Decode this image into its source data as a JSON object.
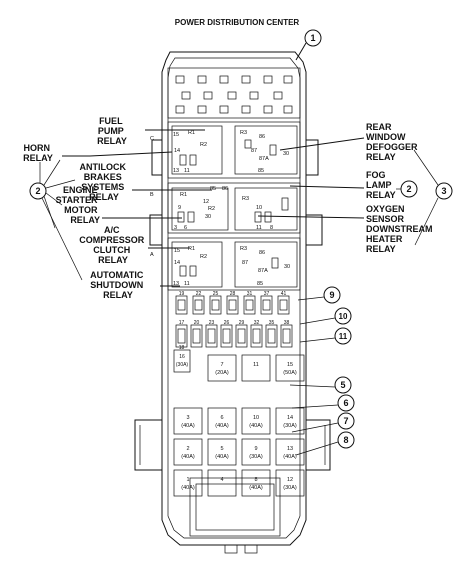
{
  "title": "POWER DISTRIBUTION CENTER",
  "callouts": {
    "c1": "1",
    "c2": "2",
    "c3": "3",
    "c5": "5",
    "c6": "6",
    "c7": "7",
    "c8": "8",
    "c9": "9",
    "c10": "10",
    "c11": "11"
  },
  "left_labels": {
    "fuel_pump_relay": [
      "FUEL",
      "PUMP",
      "RELAY"
    ],
    "horn_relay": [
      "HORN",
      "RELAY"
    ],
    "antilock_relay": [
      "ANTILOCK",
      "BRAKES",
      "SYSTEMS",
      "RELAY"
    ],
    "engine_starter_relay": [
      "ENGINE",
      "STARTER",
      "MOTOR",
      "RELAY"
    ],
    "ac_clutch_relay": [
      "A/C",
      "COMPRESSOR",
      "CLUTCH",
      "RELAY"
    ],
    "asd_relay": [
      "AUTOMATIC",
      "SHUTDOWN",
      "RELAY"
    ]
  },
  "right_labels": {
    "rear_defogger_relay": [
      "REAR",
      "WINDOW",
      "DEFOGGER",
      "RELAY"
    ],
    "fog_lamp_relay": [
      "FOG",
      "LAMP",
      "RELAY"
    ],
    "o2_heater_relay": [
      "OXYGEN",
      "SENSOR",
      "DOWNSTREAM",
      "HEATER",
      "RELAY"
    ]
  },
  "relay_blocks": {
    "row_letters": [
      "C",
      "B",
      "A"
    ],
    "upper": [
      "R1",
      "R2",
      "R3",
      "15",
      "86",
      "87",
      "14",
      "87A",
      "30",
      "13",
      "11",
      "85"
    ],
    "middle": [
      "R1",
      "R2",
      "R3",
      "85",
      "86",
      "12",
      "9",
      "10",
      "30",
      "3",
      "6",
      "11",
      "8"
    ],
    "lower": [
      "R1",
      "R2",
      "R3",
      "15",
      "86",
      "87",
      "14",
      "87A",
      "30",
      "13",
      "11",
      "85"
    ]
  },
  "mini_fuses_top": [
    "19",
    "22",
    "25",
    "28",
    "31",
    "37",
    "41"
  ],
  "mini_fuses_bottom": [
    "18",
    "21",
    "24",
    "27",
    "30",
    "33",
    "36",
    "39",
    "40"
  ],
  "mini_fuses_mid": [
    "17",
    "20",
    "23",
    "26",
    "29",
    "32",
    "35",
    "38"
  ],
  "maxi_fuses": [
    {
      "num": "7",
      "rating": "(20A)"
    },
    {
      "num": "11",
      "rating": ""
    },
    {
      "num": "15",
      "rating": "(50A)"
    },
    {
      "num": "3",
      "rating": "(40A)"
    },
    {
      "num": "6",
      "rating": "(40A)"
    },
    {
      "num": "10",
      "rating": "(40A)"
    },
    {
      "num": "14",
      "rating": "(30A)"
    },
    {
      "num": "2",
      "rating": "(40A)"
    },
    {
      "num": "5",
      "rating": "(40A)"
    },
    {
      "num": "9",
      "rating": "(30A)"
    },
    {
      "num": "13",
      "rating": "(40A)"
    },
    {
      "num": "1",
      "rating": "(40A)"
    },
    {
      "num": "4",
      "rating": ""
    },
    {
      "num": "8",
      "rating": "(40A)"
    },
    {
      "num": "12",
      "rating": "(30A)"
    }
  ],
  "small_fuse_16": {
    "num": "16",
    "rating": "(30A)"
  }
}
